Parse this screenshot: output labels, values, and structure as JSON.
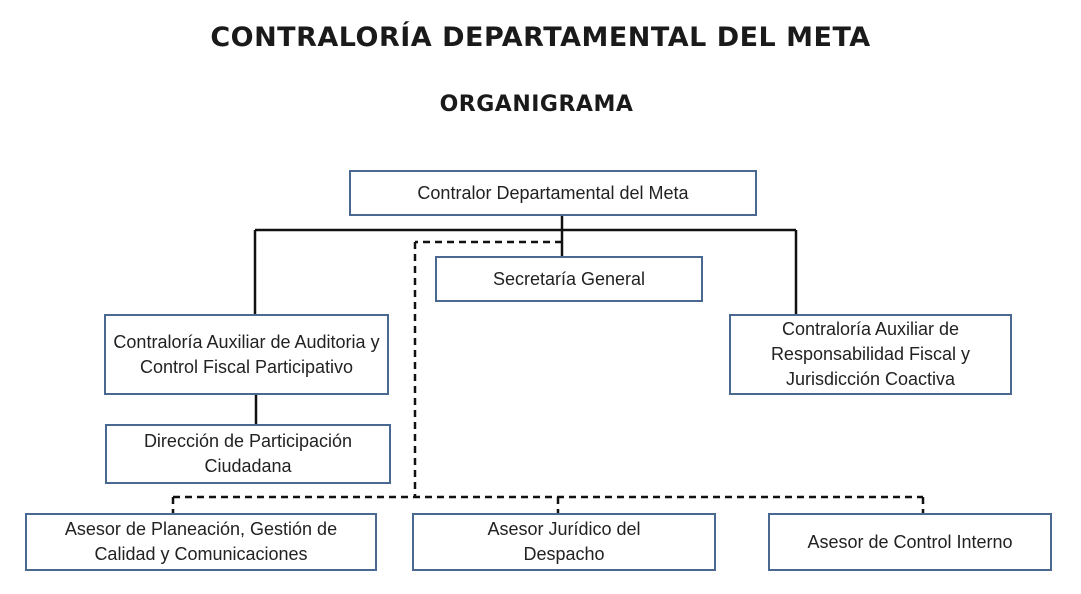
{
  "header": {
    "title": "CONTRALORÍA DEPARTAMENTAL DEL META",
    "subtitle": "ORGANIGRAMA"
  },
  "nodes": {
    "contralor": "Contralor Departamental del Meta",
    "secretaria": "Secretaría General",
    "auditoria": "Contraloría Auxiliar de Auditoria y Control Fiscal Participativo",
    "responsabilidad": "Contraloría Auxiliar de Responsabilidad Fiscal y Jurisdicción Coactiva",
    "participacion": "Dirección de Participación Ciudadana",
    "planeacion": "Asesor de Planeación, Gestión de Calidad y Comunicaciones",
    "juridico": "Asesor Jurídico del Despacho",
    "control_interno": "Asesor de Control Interno"
  },
  "colors": {
    "box_border": "#4a6991",
    "line": "#111111"
  }
}
